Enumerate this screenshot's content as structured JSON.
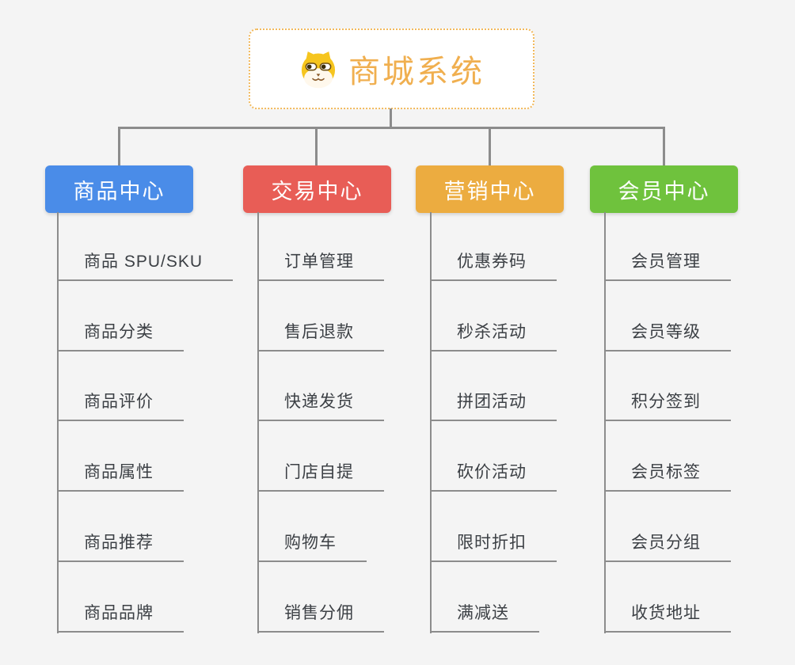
{
  "root": {
    "title": "商城系统",
    "icon": "doge-icon"
  },
  "branches": [
    {
      "label": "商品中心",
      "color": "#4A8CE8",
      "items": [
        "商品 SPU/SKU",
        "商品分类",
        "商品评价",
        "商品属性",
        "商品推荐",
        "商品品牌"
      ]
    },
    {
      "label": "交易中心",
      "color": "#E85D56",
      "items": [
        "订单管理",
        "售后退款",
        "快递发货",
        "门店自提",
        "购物车",
        "销售分佣"
      ]
    },
    {
      "label": "营销中心",
      "color": "#ECAC40",
      "items": [
        "优惠券码",
        "秒杀活动",
        "拼团活动",
        "砍价活动",
        "限时折扣",
        "满减送"
      ]
    },
    {
      "label": "会员中心",
      "color": "#6FC23D",
      "items": [
        "会员管理",
        "会员等级",
        "积分签到",
        "会员标签",
        "会员分组",
        "收货地址"
      ]
    }
  ],
  "colors": {
    "background": "#F4F4F4",
    "connector": "#8C8C8C",
    "root_accent": "#F0AF4F",
    "root_border": "#F2B95C",
    "leaf_text": "#3C4045"
  }
}
